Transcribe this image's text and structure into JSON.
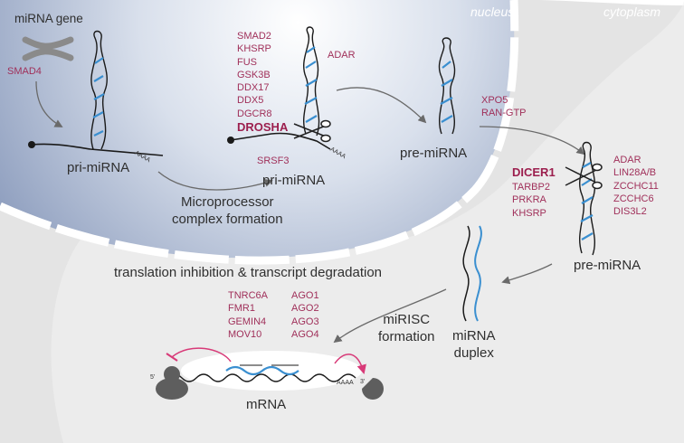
{
  "regions": {
    "nucleus": "nucleus",
    "cytoplasm": "cytoplasm"
  },
  "labels": {
    "mirna_gene": "miRNA gene",
    "pri_mirna_1": "pri-miRNA",
    "pri_mirna_2": "pri-miRNA",
    "pre_mirna_1": "pre-miRNA",
    "pre_mirna_2": "pre-miRNA",
    "microprocessor": [
      "Microprocessor",
      "complex formation"
    ],
    "translation": "translation inhibition & transcript degradation",
    "mirisc": [
      "miRISC",
      "formation"
    ],
    "duplex": [
      "miRNA",
      "duplex"
    ],
    "mrna": "mRNA",
    "five_prime": "5'",
    "three_prime": "3'",
    "poly_a": "AAAA"
  },
  "factors": {
    "gene": [
      "SMAD4"
    ],
    "microprocessor": [
      "SMAD2",
      "KHSRP",
      "FUS",
      "GSK3B",
      "DDX17",
      "DDX5",
      "DGCR8"
    ],
    "drosha": "DROSHA",
    "adar_nuclear": "ADAR",
    "srsf3": "SRSF3",
    "export": [
      "XPO5",
      "RAN-GTP"
    ],
    "dicer": "DICER1",
    "dicer_partners": [
      "TARBP2",
      "PRKRA",
      "KHSRP"
    ],
    "dicer_regulators": [
      "ADAR",
      "LIN28A/B",
      "ZCCHC11",
      "ZCCHC6",
      "DIS3L2"
    ],
    "risc_col1": [
      "TNRC6A",
      "FMR1",
      "GEMIN4",
      "MOV10"
    ],
    "risc_col2": [
      "AGO1",
      "AGO2",
      "AGO3",
      "AGO4"
    ]
  },
  "colors": {
    "factor_text": "#a0305a",
    "rna_blue": "#3a8fd0",
    "rna_black": "#1a1a1a",
    "nucleus_fill": "#b9c6dc",
    "cytoplasm_fill": "#e6e6e6",
    "ribosome": "#5e5e5e"
  }
}
